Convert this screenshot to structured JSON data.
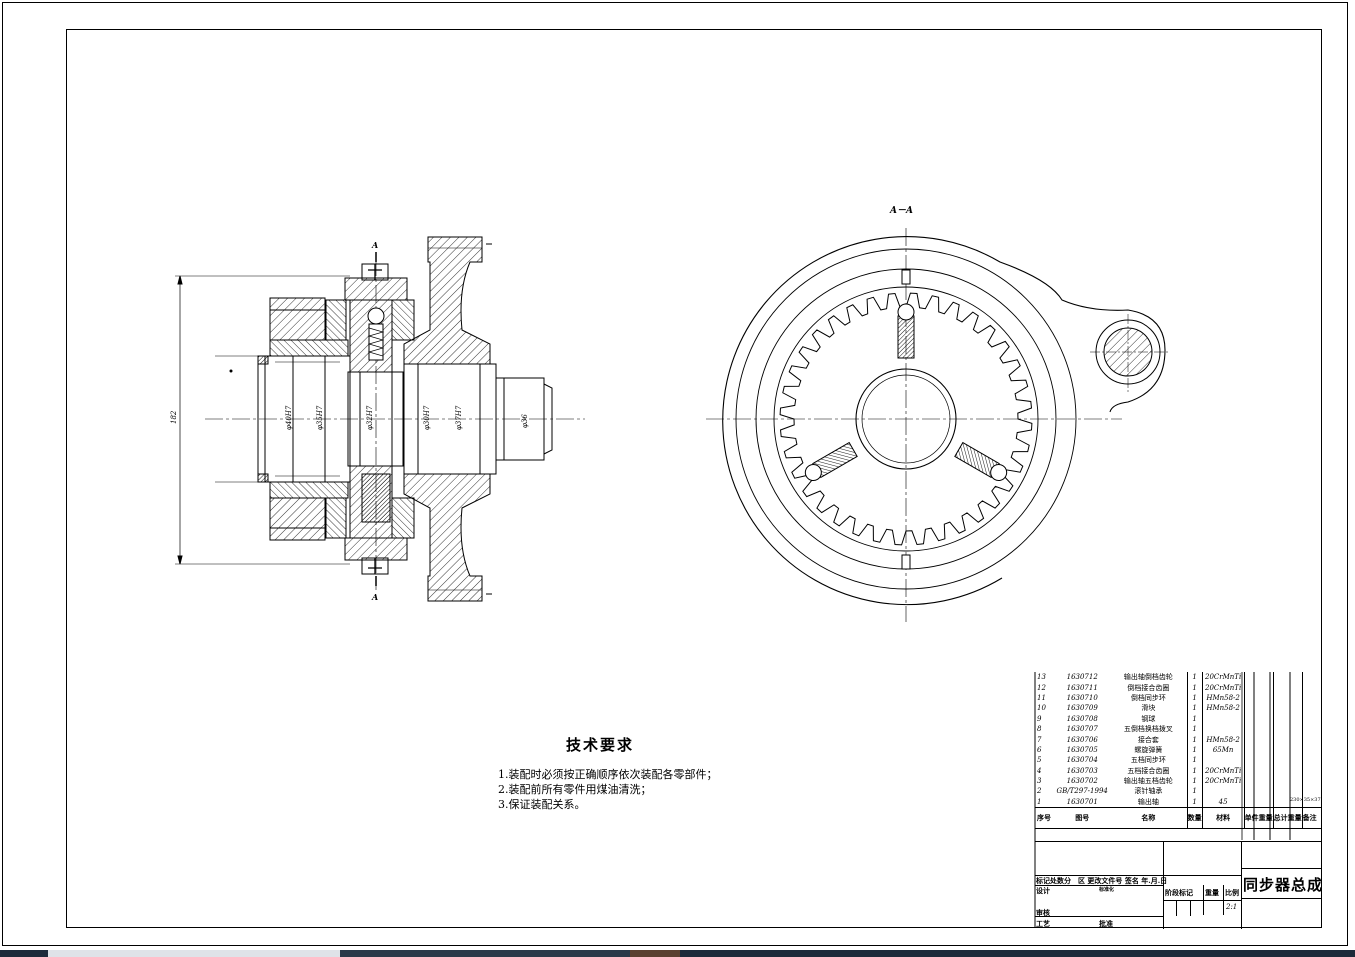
{
  "drawing": {
    "title": "同步器总成",
    "scale": "2:1",
    "section_label": "A－A",
    "cut_label": "A",
    "overall_dimension": "182",
    "diameters": [
      "φ40H7",
      "φ35H7",
      "φ32H7",
      "φ30H7",
      "φ37H7",
      "φ36"
    ],
    "size_note": "230×35×37"
  },
  "tech_requirements": {
    "title": "技术要求",
    "items": [
      "1.装配时必须按正确顺序依次装配各零部件；",
      "2.装配前所有零件用煤油清洗；",
      "3.保证装配关系。"
    ]
  },
  "bom": {
    "headers": [
      "序号",
      "图号",
      "名称",
      "数量",
      "材料",
      "单件重量",
      "总计重量",
      "备注"
    ],
    "rows": [
      {
        "no": "13",
        "code": "1630712",
        "name": "输出轴倒档齿轮",
        "qty": "1",
        "material": "20CrMnTi"
      },
      {
        "no": "12",
        "code": "1630711",
        "name": "倒档接合齿圈",
        "qty": "1",
        "material": "20CrMnTi"
      },
      {
        "no": "11",
        "code": "1630710",
        "name": "倒档同步环",
        "qty": "1",
        "material": "HMn58-2"
      },
      {
        "no": "10",
        "code": "1630709",
        "name": "滑块",
        "qty": "1",
        "material": "HMn58-2"
      },
      {
        "no": "9",
        "code": "1630708",
        "name": "钢球",
        "qty": "1",
        "material": ""
      },
      {
        "no": "8",
        "code": "1630707",
        "name": "五倒档换档拨叉",
        "qty": "1",
        "material": ""
      },
      {
        "no": "7",
        "code": "1630706",
        "name": "接合套",
        "qty": "1",
        "material": "HMn58-2"
      },
      {
        "no": "6",
        "code": "1630705",
        "name": "螺旋弹簧",
        "qty": "1",
        "material": "65Mn"
      },
      {
        "no": "5",
        "code": "1630704",
        "name": "五档同步环",
        "qty": "1",
        "material": ""
      },
      {
        "no": "4",
        "code": "1630703",
        "name": "五档接合齿圈",
        "qty": "1",
        "material": "20CrMnTi"
      },
      {
        "no": "3",
        "code": "1630702",
        "name": "输出轴五档齿轮",
        "qty": "1",
        "material": "20CrMnTi"
      },
      {
        "no": "2",
        "code": "GB/T297-1994",
        "name": "滚针轴承",
        "qty": "1",
        "material": ""
      },
      {
        "no": "1",
        "code": "1630701",
        "name": "输出轴",
        "qty": "1",
        "material": "45"
      }
    ]
  },
  "title_block": {
    "row1": "标记处数分　区 更改文件号 签名 年.月.日",
    "design": "设计",
    "standard": "标准化",
    "stage_mark": "阶段标记",
    "weight": "重量",
    "ratio": "比例",
    "review": "审核",
    "process": "工艺",
    "approve": "批准"
  }
}
